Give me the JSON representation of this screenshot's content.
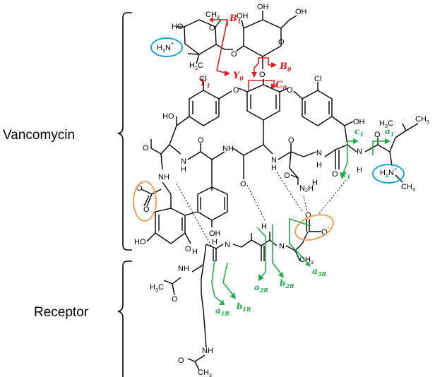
{
  "sections": {
    "vancomycin": "Vancomycin",
    "receptor": "Receptor"
  },
  "atoms": {
    "ch3": "CH",
    "three": "3",
    "oh": "OH",
    "ho": "HO",
    "o": "O",
    "n": "N",
    "h": "H",
    "nh": "NH",
    "hn": "HN",
    "cl": "Cl",
    "h3c": "H",
    "c": "C",
    "plus": "+",
    "minus": "-",
    "two": "2",
    "sub3": "3"
  },
  "fragments": {
    "red": {
      "B1": {
        "letter": "B",
        "sub": "1"
      },
      "Y1": {
        "letter": "Y",
        "sub": "1"
      },
      "B0": {
        "letter": "B",
        "sub": "0"
      },
      "Y0": {
        "letter": "Y",
        "sub": "0"
      },
      "C0": {
        "letter": "C",
        "sub": "0"
      }
    },
    "green": {
      "a1": {
        "letter": "a",
        "sub": "1"
      },
      "c1": {
        "letter": "c",
        "sub": "1"
      },
      "z1": {
        "letter": "z",
        "sub": "1"
      },
      "a1R": {
        "letter": "a",
        "sub": "1R"
      },
      "b1R": {
        "letter": "b",
        "sub": "1R"
      },
      "a2R": {
        "letter": "a",
        "sub": "2R"
      },
      "b2R": {
        "letter": "b",
        "sub": "2R"
      },
      "a3R": {
        "letter": "a",
        "sub": "3R"
      }
    }
  },
  "colors": {
    "cleavage_glycan": "#e41a1c",
    "cleavage_peptide": "#1fae4b",
    "charged_amine_ring": "#1aa0d8",
    "carboxylate_ring": "#f0a050"
  }
}
